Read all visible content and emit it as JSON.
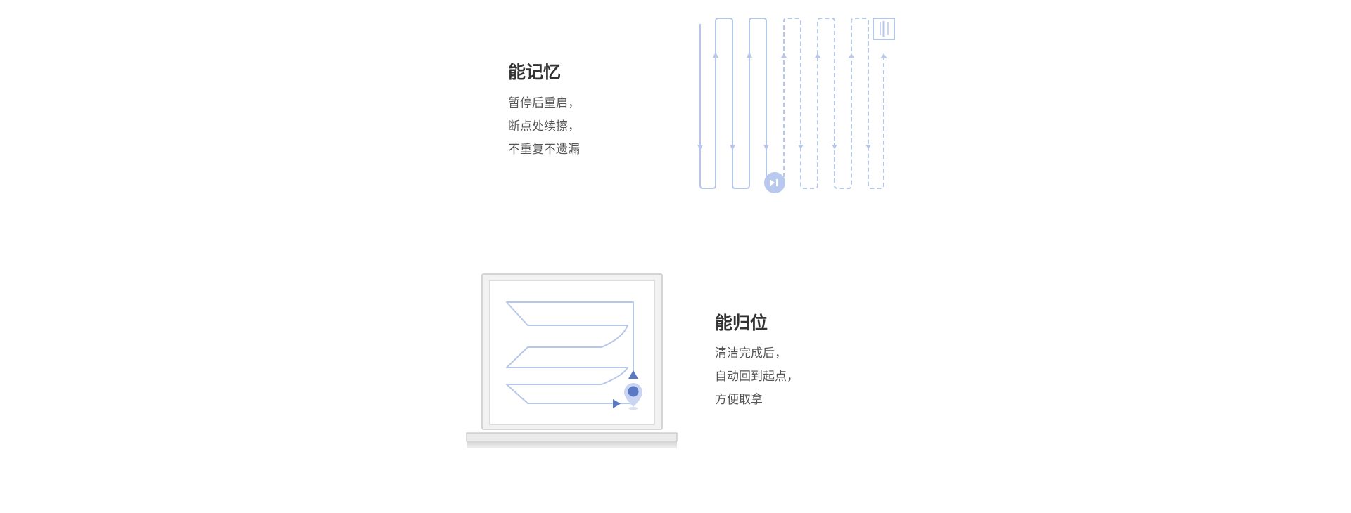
{
  "sections": {
    "memory": {
      "title": "能记忆",
      "lines": [
        "暂停后重启，",
        "断点处续擦，",
        "不重复不遗漏"
      ]
    },
    "return": {
      "title": "能归位",
      "lines": [
        "清洁完成后，",
        "自动回到起点，",
        "方便取拿"
      ]
    }
  },
  "colors": {
    "path": "#b7c7ea",
    "path_dark": "#5a78c4",
    "badge": "#b9c8ee",
    "title": "#333333",
    "text": "#555555"
  },
  "icons": {
    "resume": "play-pause-icon",
    "window_frame": "window-frame-icon",
    "dock": "location-pin-icon"
  }
}
